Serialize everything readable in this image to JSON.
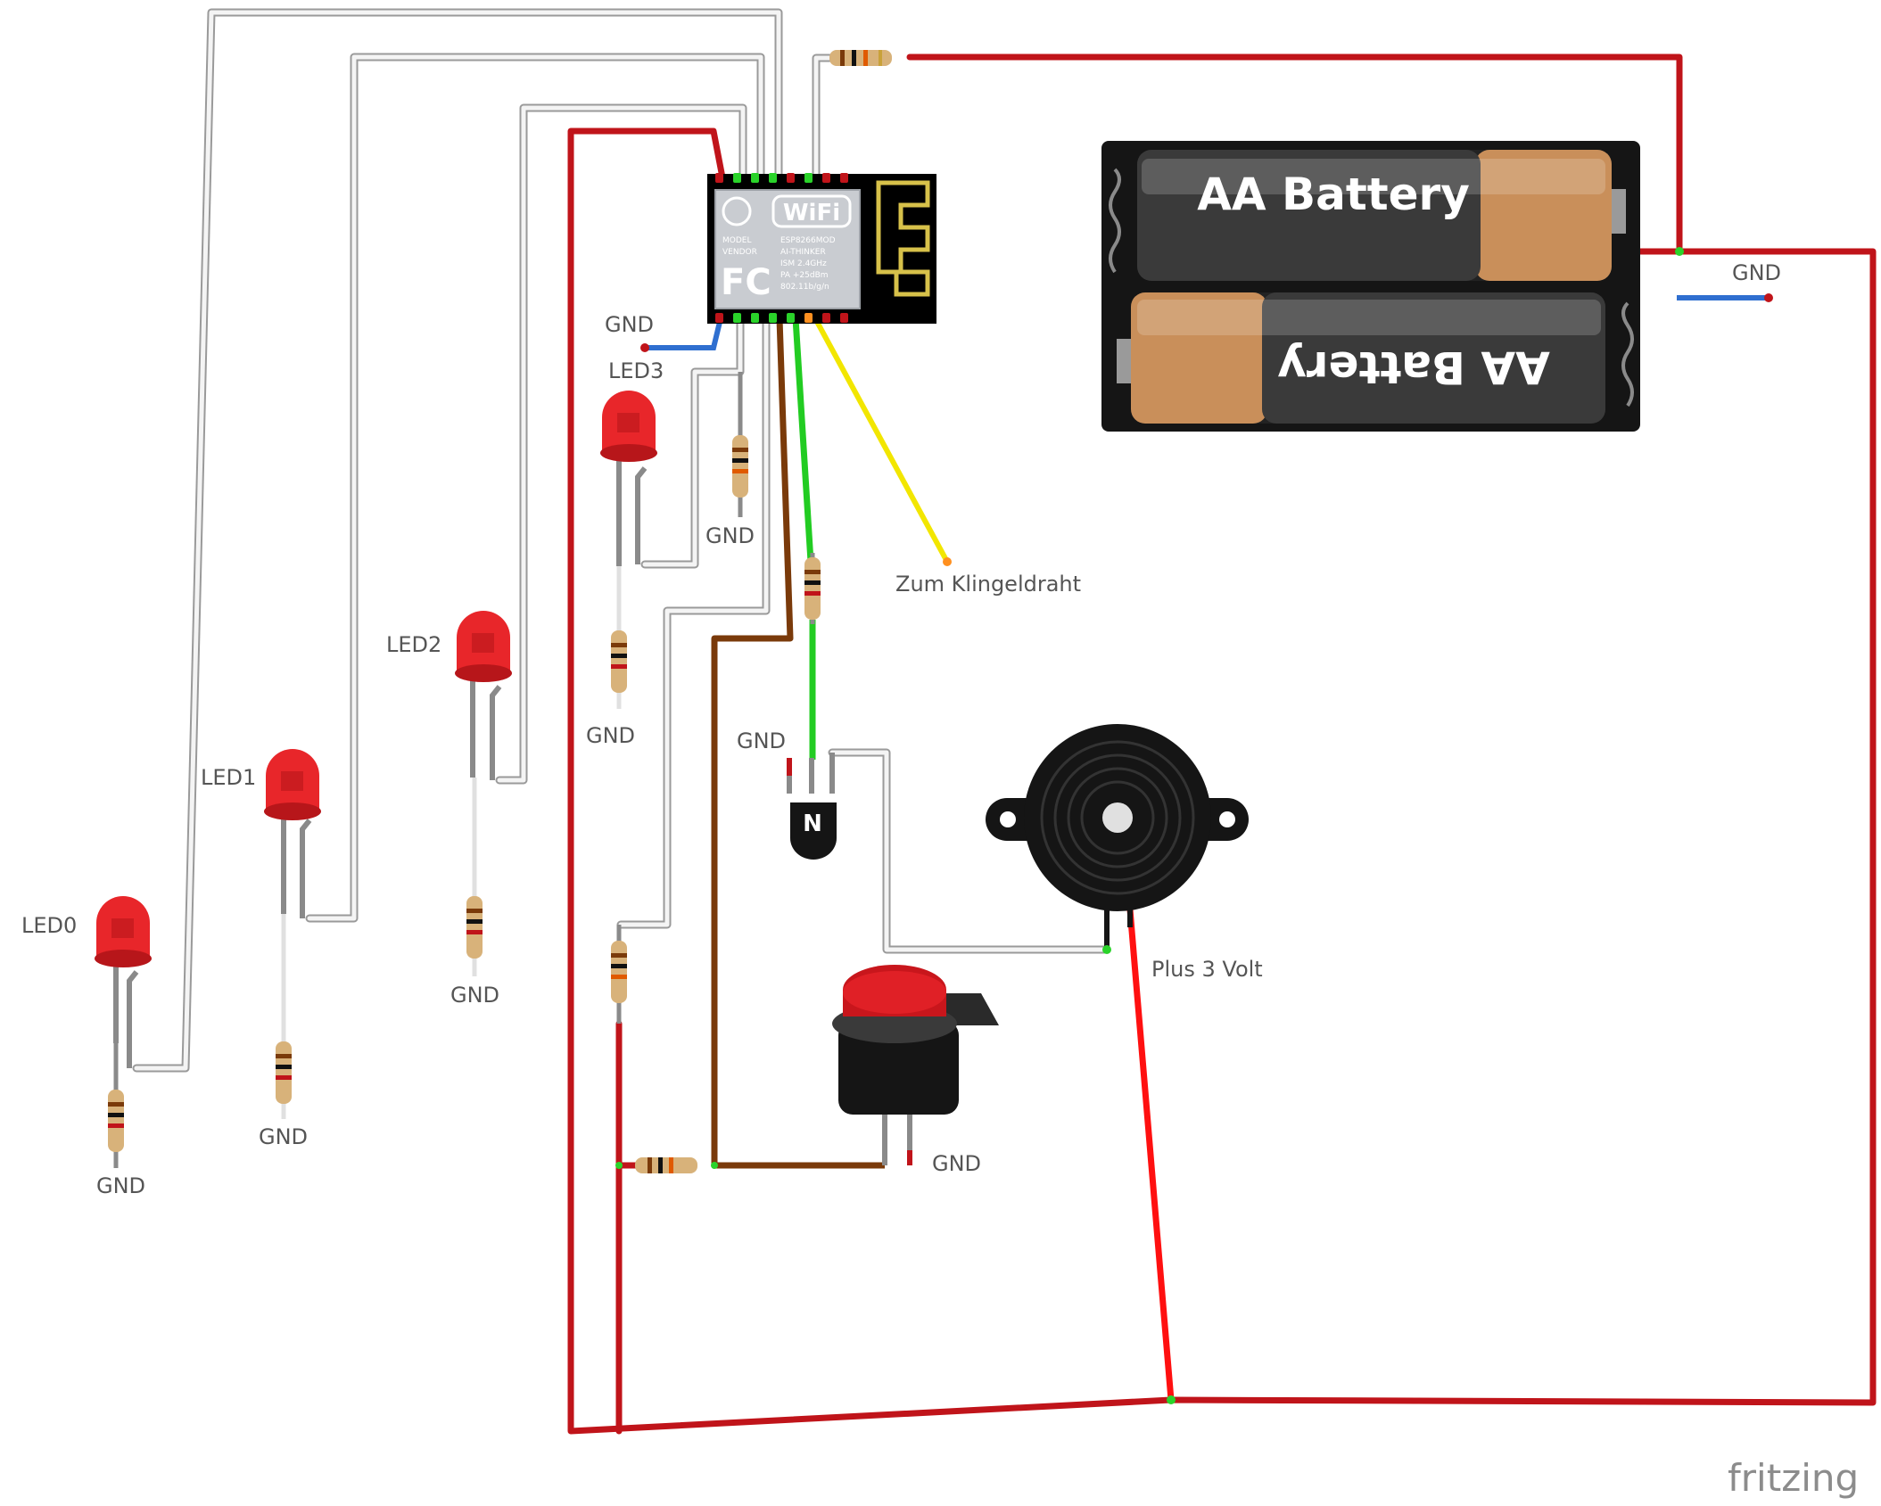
{
  "labels": {
    "led0": "LED0",
    "led1": "LED1",
    "led2": "LED2",
    "led3": "LED3",
    "gnd": "GND",
    "klingel": "Zum Klingeldraht",
    "plus3v": "Plus 3 Volt"
  },
  "battery": {
    "label": "AA Battery"
  },
  "module": {
    "wifi": "WiFi",
    "fc": "FC",
    "lines": [
      "MODEL",
      "VENDOR",
      "ESP8266MOD",
      "AI-THINKER",
      "ISM 2.4GHz",
      "PA +25dBm",
      "802.11b/g/n"
    ]
  },
  "transistor": {
    "mark": "N"
  },
  "brand": "fritzing",
  "colors": {
    "wire_red": "#c0141a",
    "wire_bright_red": "#ff1010",
    "wire_white": "#f0f0f0",
    "wire_brown": "#7a3a0a",
    "wire_green": "#22cc22",
    "wire_yellow": "#f2e600",
    "wire_blue": "#2f6fd0",
    "led_red": "#e8262a"
  }
}
